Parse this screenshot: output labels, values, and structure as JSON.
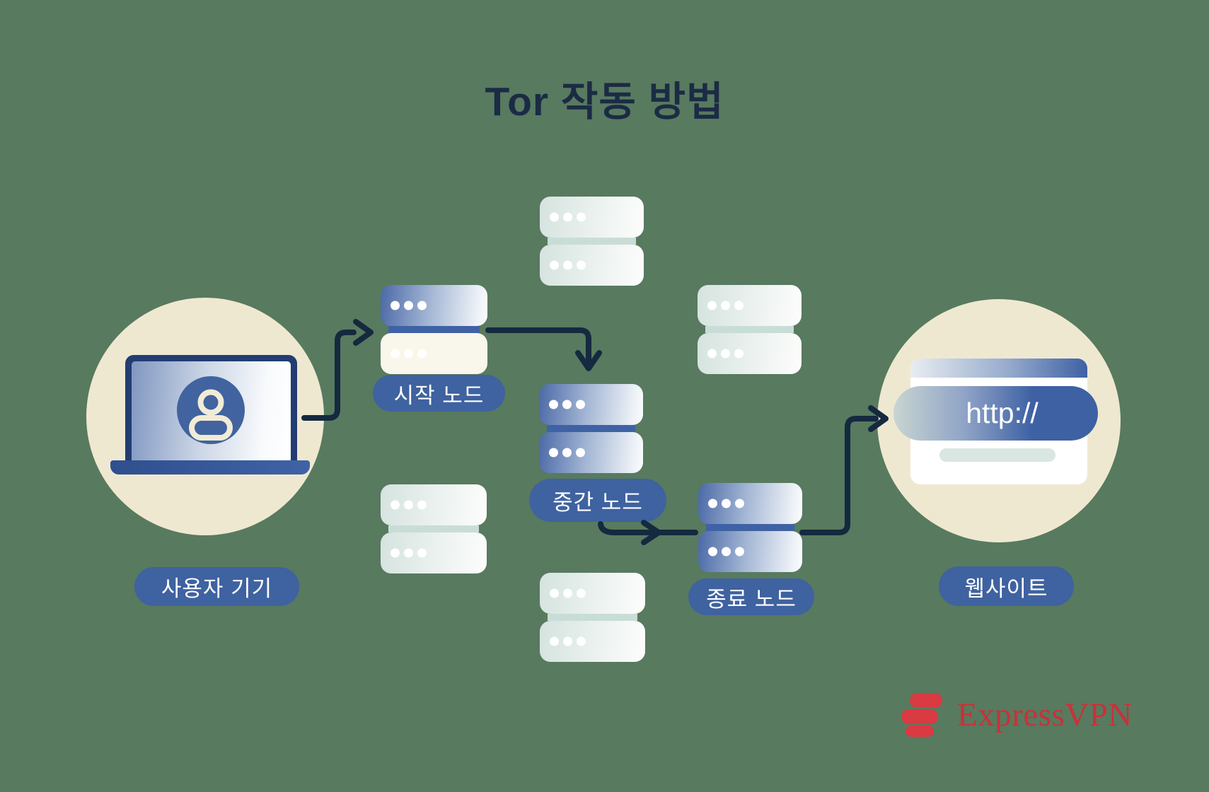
{
  "title": "Tor 작동 방법",
  "nodes": {
    "user_device": {
      "label": "사용자 기기"
    },
    "entry_node": {
      "label": "시작 노드"
    },
    "middle_node": {
      "label": "중간 노드"
    },
    "exit_node": {
      "label": "종료 노드"
    },
    "website": {
      "label": "웹사이트",
      "url_text": "http://"
    }
  },
  "branding": {
    "name": "ExpressVPN"
  },
  "icons": {
    "laptop": "laptop-icon",
    "user": "user-avatar-icon",
    "server": "server-rack-icon",
    "browser": "browser-window-icon",
    "arrows": "flow-arrow",
    "logo": "expressvpn-logo-icon"
  },
  "colors": {
    "background": "#587a5f",
    "circle_cream": "#efe8d1",
    "pill_blue": "#3f62a0",
    "server_blue": "#4b69a7",
    "server_pale": "#d5e3df",
    "server_cream": "#f9f6ec",
    "arrow_navy": "#15293f",
    "title_navy": "#1b2b45",
    "brand_red": "#c73239"
  }
}
